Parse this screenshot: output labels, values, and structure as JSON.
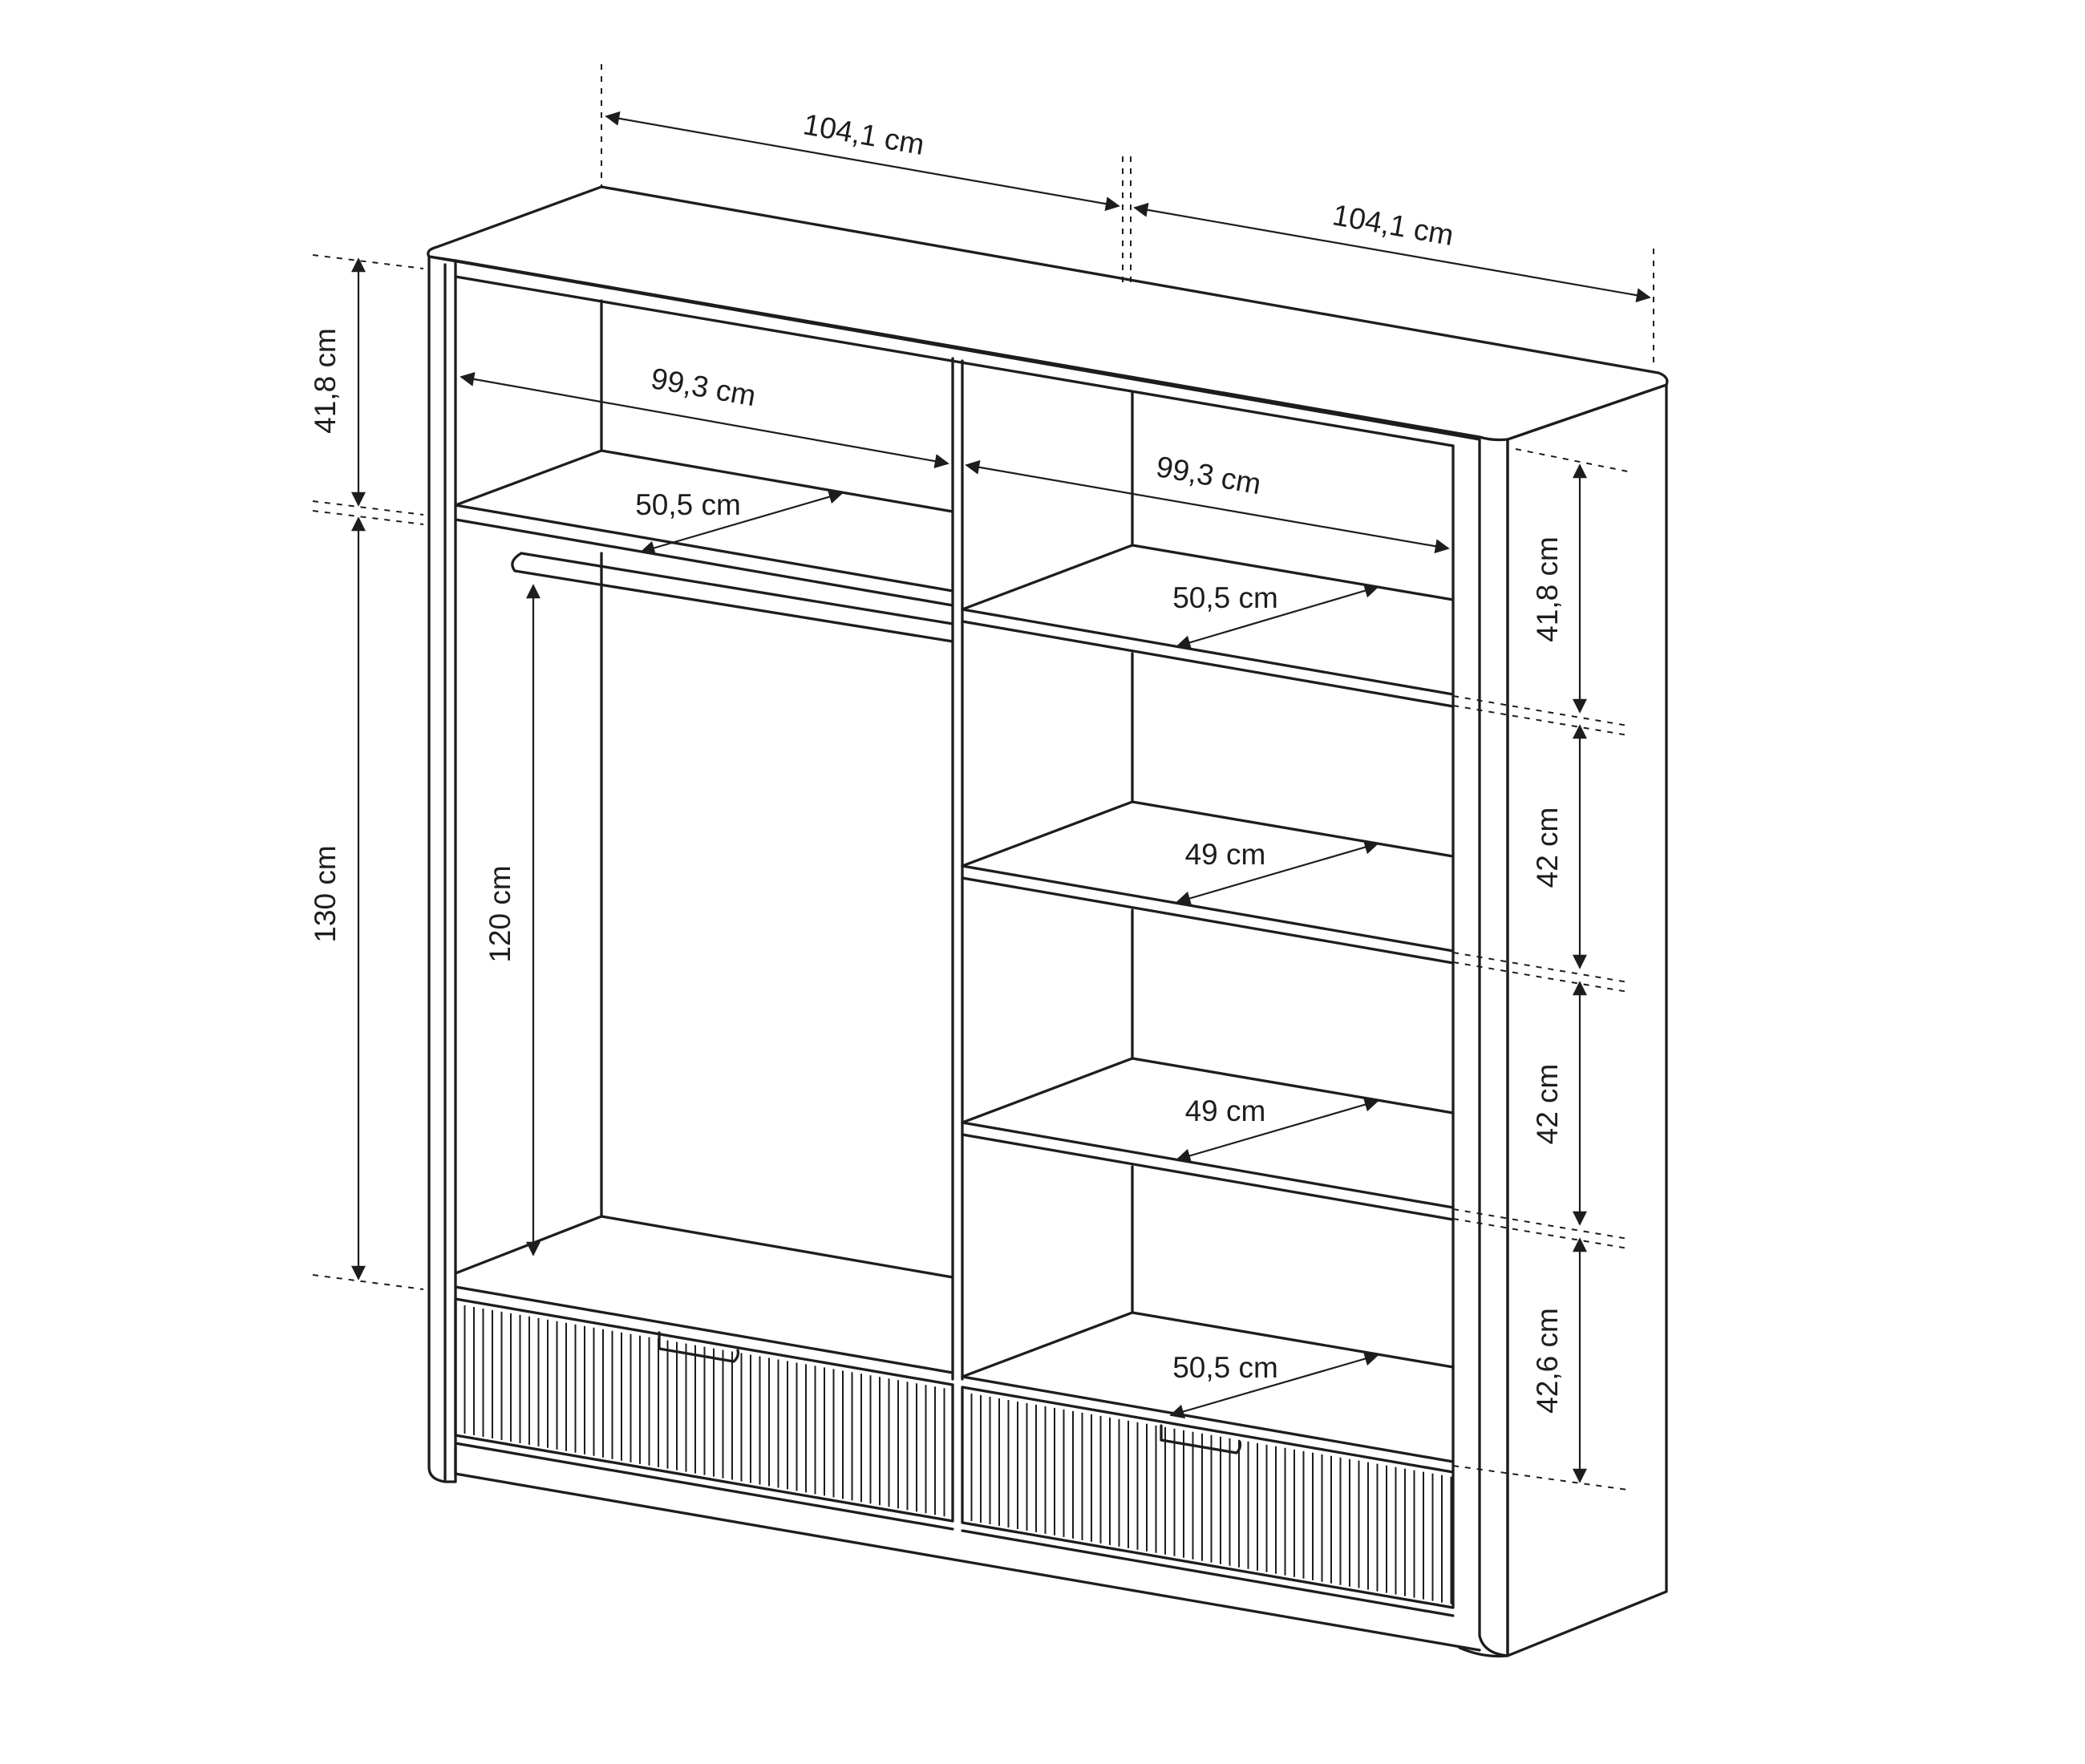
{
  "labels": {
    "top_width_left": "104,1 cm",
    "top_width_right": "104,1 cm",
    "inner_width_left": "99,3 cm",
    "inner_width_right": "99,3 cm",
    "depth_left_top": "50,5 cm",
    "depth_right_top": "50,5 cm",
    "depth_right_mid1": "49 cm",
    "depth_right_mid2": "49 cm",
    "depth_right_bottom": "50,5 cm",
    "height_left_top": "41,8 cm",
    "height_left_main": "130 cm",
    "height_rail": "120 cm",
    "height_right_1": "41,8 cm",
    "height_right_2": "42 cm",
    "height_right_3": "42 cm",
    "height_right_4": "42,6 cm"
  },
  "colors": {
    "line": "#1d1d1b",
    "background": "#ffffff"
  }
}
